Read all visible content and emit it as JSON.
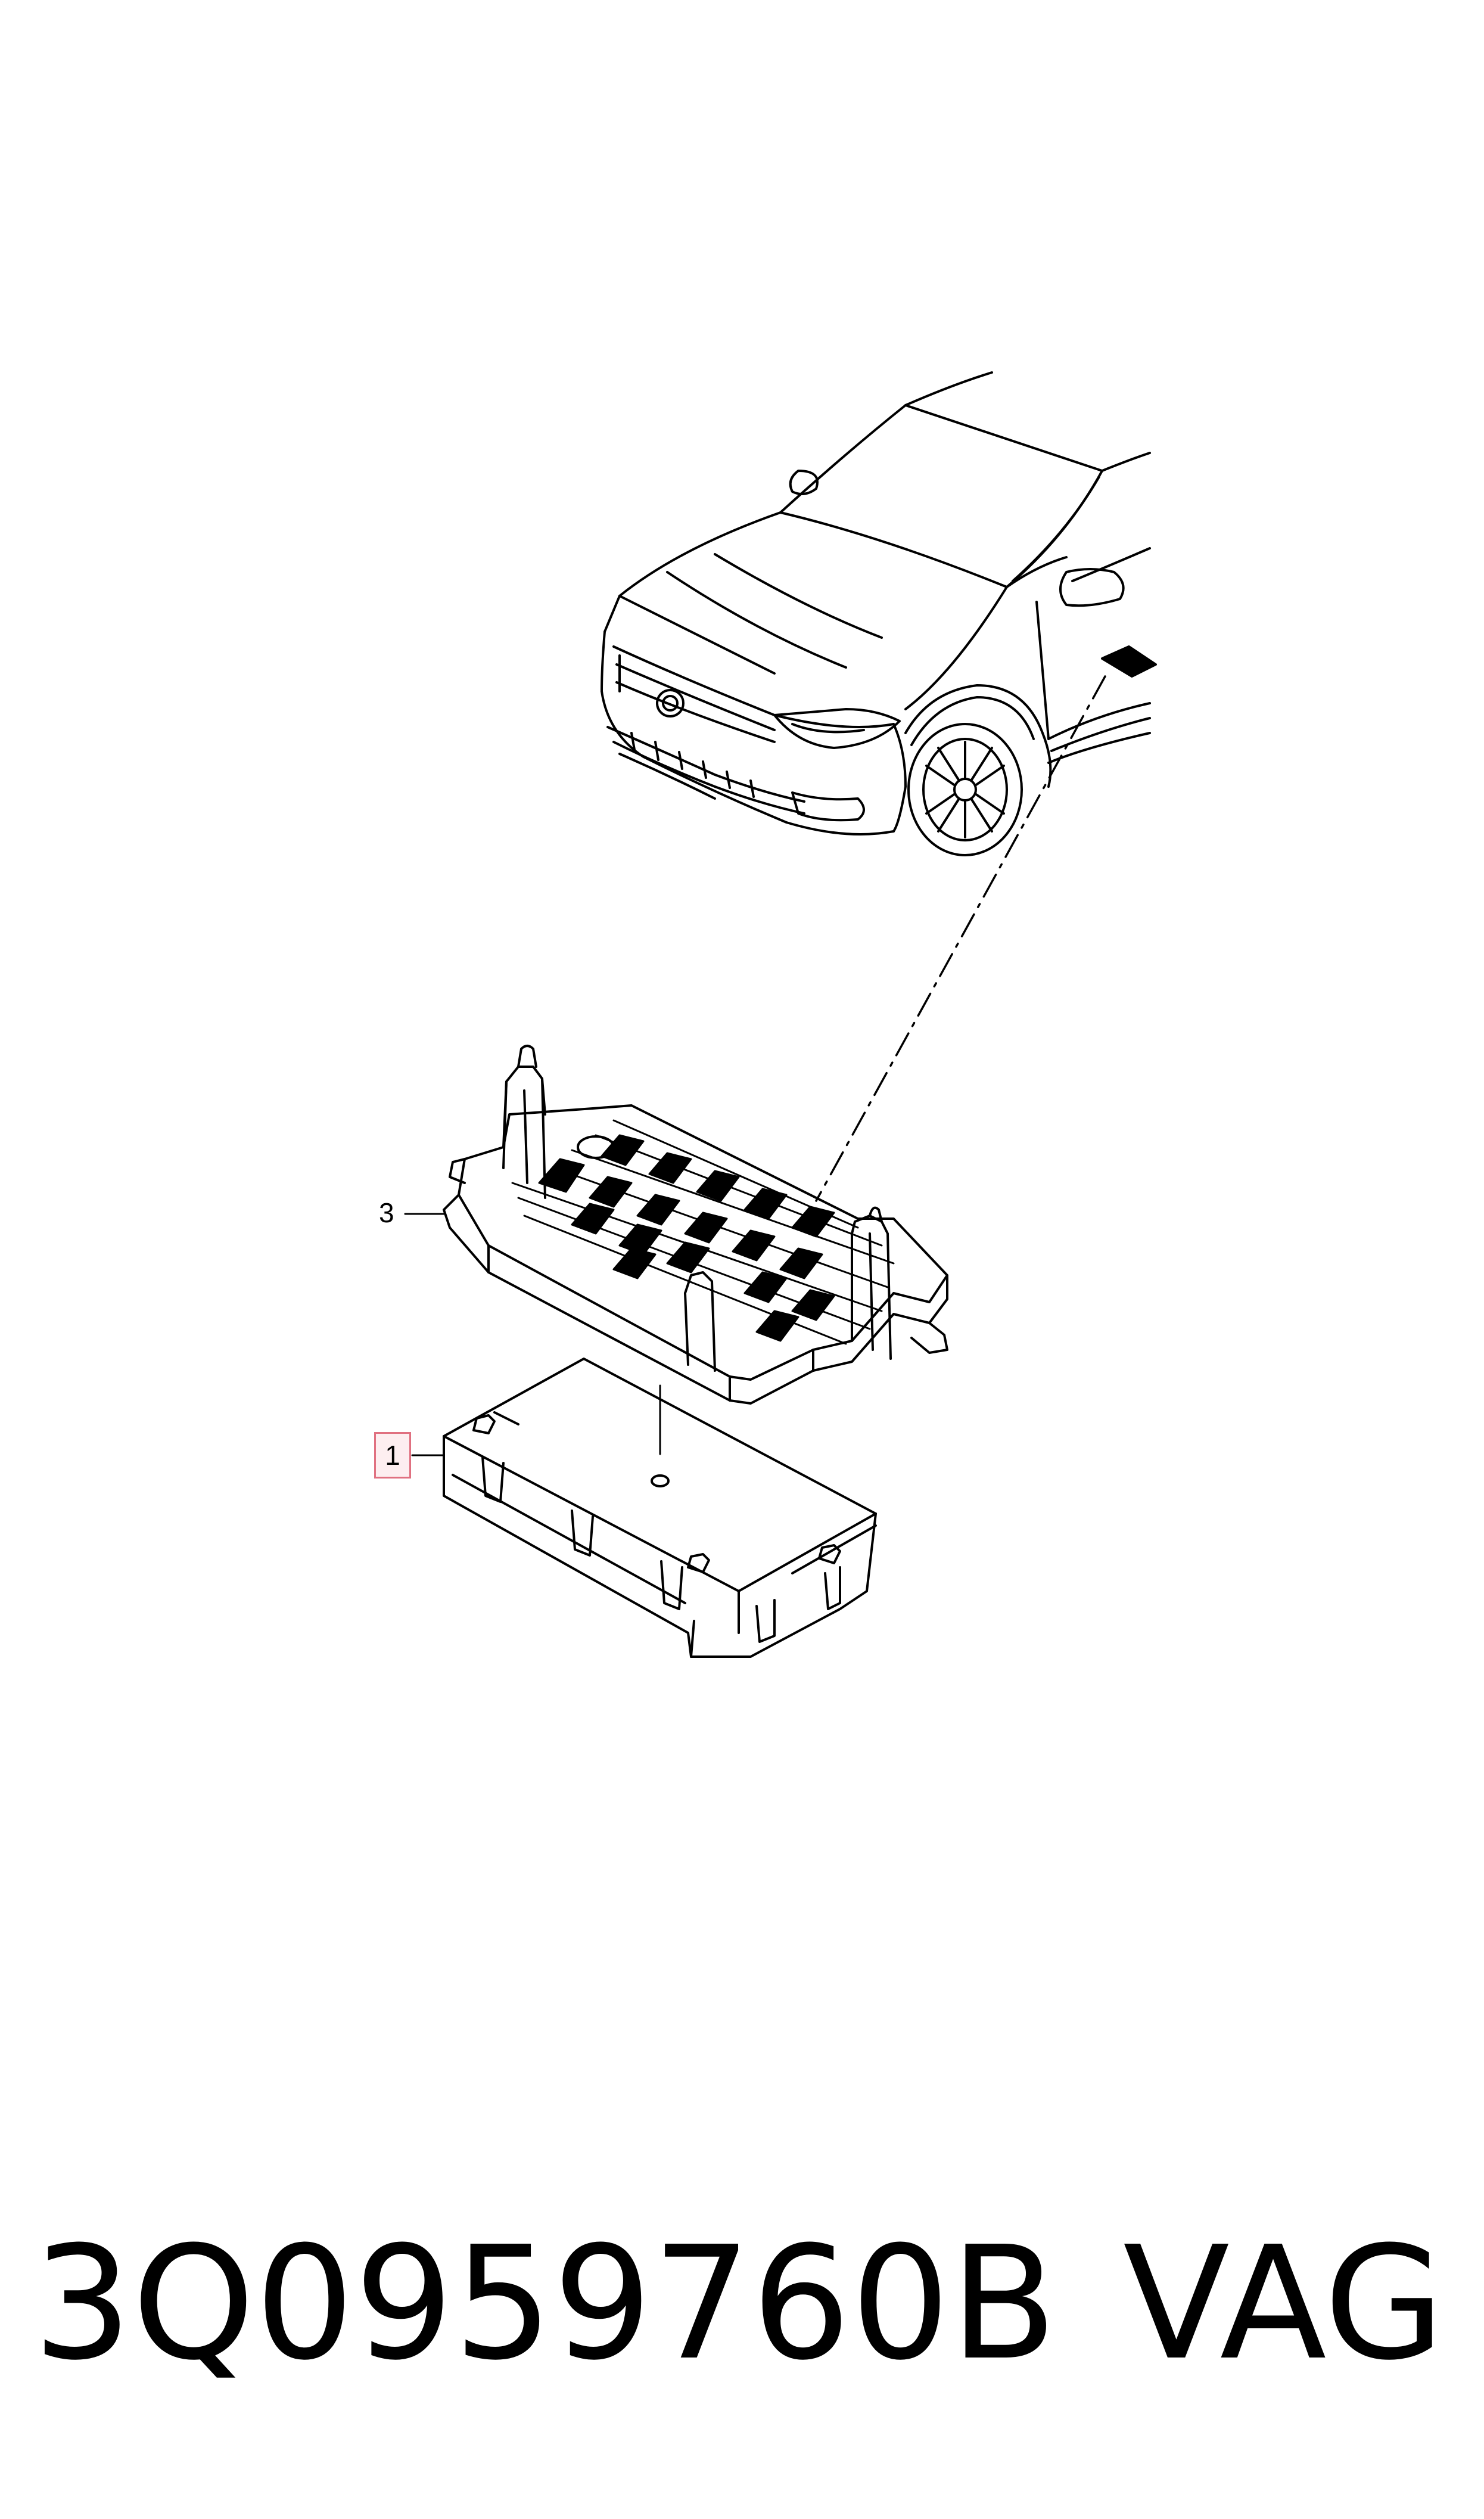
{
  "diagram": {
    "callouts": {
      "holder": "3",
      "control_unit": "1"
    },
    "highlighted_callout": "1"
  },
  "footer": {
    "part_number": "3Q0959760B",
    "brand": "VAG"
  },
  "colors": {
    "line": "#000000",
    "highlight_border": "#e07080",
    "highlight_fill": "#fdeef0",
    "background": "#ffffff"
  }
}
